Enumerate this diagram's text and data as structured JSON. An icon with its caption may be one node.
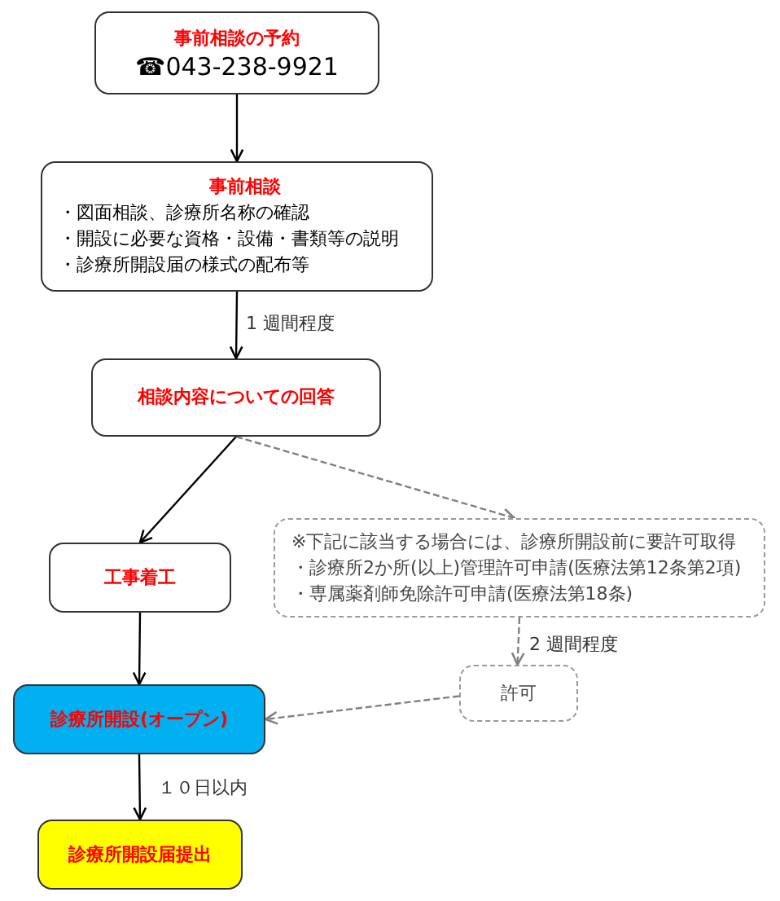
{
  "diagram": {
    "nodes": [
      {
        "text": [
          "事前相談の予約",
          "☎043-238-9921"
        ]
      },
      {
        "text": [
          "事前相談",
          "・図面相談、診療所名称の確認",
          "・開設に必要な資格・設備・書類等の説明",
          "・診療所開設届の様式の配布等"
        ]
      },
      {
        "text": [
          "相談内容についての回答"
        ]
      },
      {
        "text": [
          "工事着工"
        ]
      },
      {
        "text": [
          "※下記に該当する場合には、診療所開設前に要許可取得",
          "・診療所2か所(以上)管理許可申請(医療法第12条第2項)",
          "・専属薬剤師免除許可申請(医療法第18条)"
        ]
      },
      {
        "text": [
          "許可"
        ]
      },
      {
        "text": [
          "診療所開設(オープン)"
        ]
      },
      {
        "text": [
          "診療所開設届提出"
        ]
      }
    ],
    "edges": [
      {
        "from": 0,
        "to": 1,
        "arrow": "to"
      },
      {
        "from": 1,
        "to": 2,
        "arrow": "to",
        "label": "1 週間程度"
      },
      {
        "from": 2,
        "to": 3,
        "arrow": "to"
      },
      {
        "from": 2,
        "to": 4,
        "arrow": "to",
        "style": "dashed",
        "color": "#808080"
      },
      {
        "from": 4,
        "to": 5,
        "arrow": "to",
        "style": "dashed",
        "color": "#808080",
        "label": "2 週間程度"
      },
      {
        "from": 5,
        "to": 6,
        "arrow": "to",
        "style": "dashed",
        "color": "#808080"
      },
      {
        "from": 3,
        "to": 6,
        "arrow": "to"
      },
      {
        "from": 6,
        "to": 7,
        "arrow": "to",
        "label": "１０日以内"
      }
    ]
  }
}
